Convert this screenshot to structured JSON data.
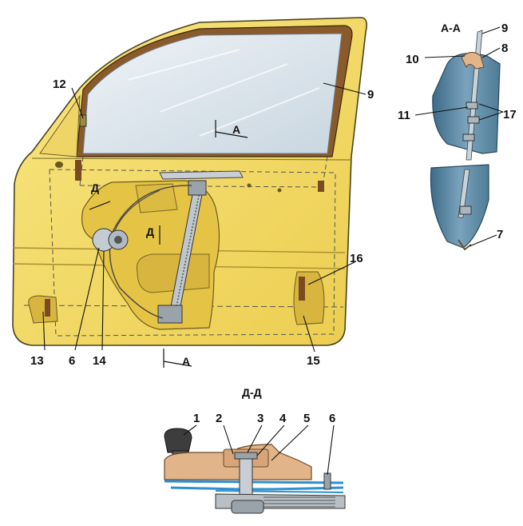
{
  "section_labels": {
    "aa_top": "A",
    "aa_bottom": "A",
    "dd_left": "Д",
    "dd_mid": "Д",
    "aa_view": "A-A",
    "dd_view": "Д-Д"
  },
  "callouts": {
    "c1": "1",
    "c2": "2",
    "c3": "3",
    "c4": "4",
    "c5": "5",
    "c6_main": "6",
    "c6_dd": "6",
    "c7": "7",
    "c8": "8",
    "c9_main": "9",
    "c9_aa": "9",
    "c10": "10",
    "c11": "11",
    "c12": "12",
    "c13": "13",
    "c14": "14",
    "c15": "15",
    "c16": "16",
    "c17": "17"
  },
  "colors": {
    "door_yellow": "#f4dc63",
    "door_shade": "#e6c44c",
    "glass": "#dfe7ee",
    "seal_brown": "#8a5a2b",
    "steel_blue": "#5f86a0",
    "bracket_tan": "#e2b48a",
    "dd_blue": "#2f8fd0"
  }
}
